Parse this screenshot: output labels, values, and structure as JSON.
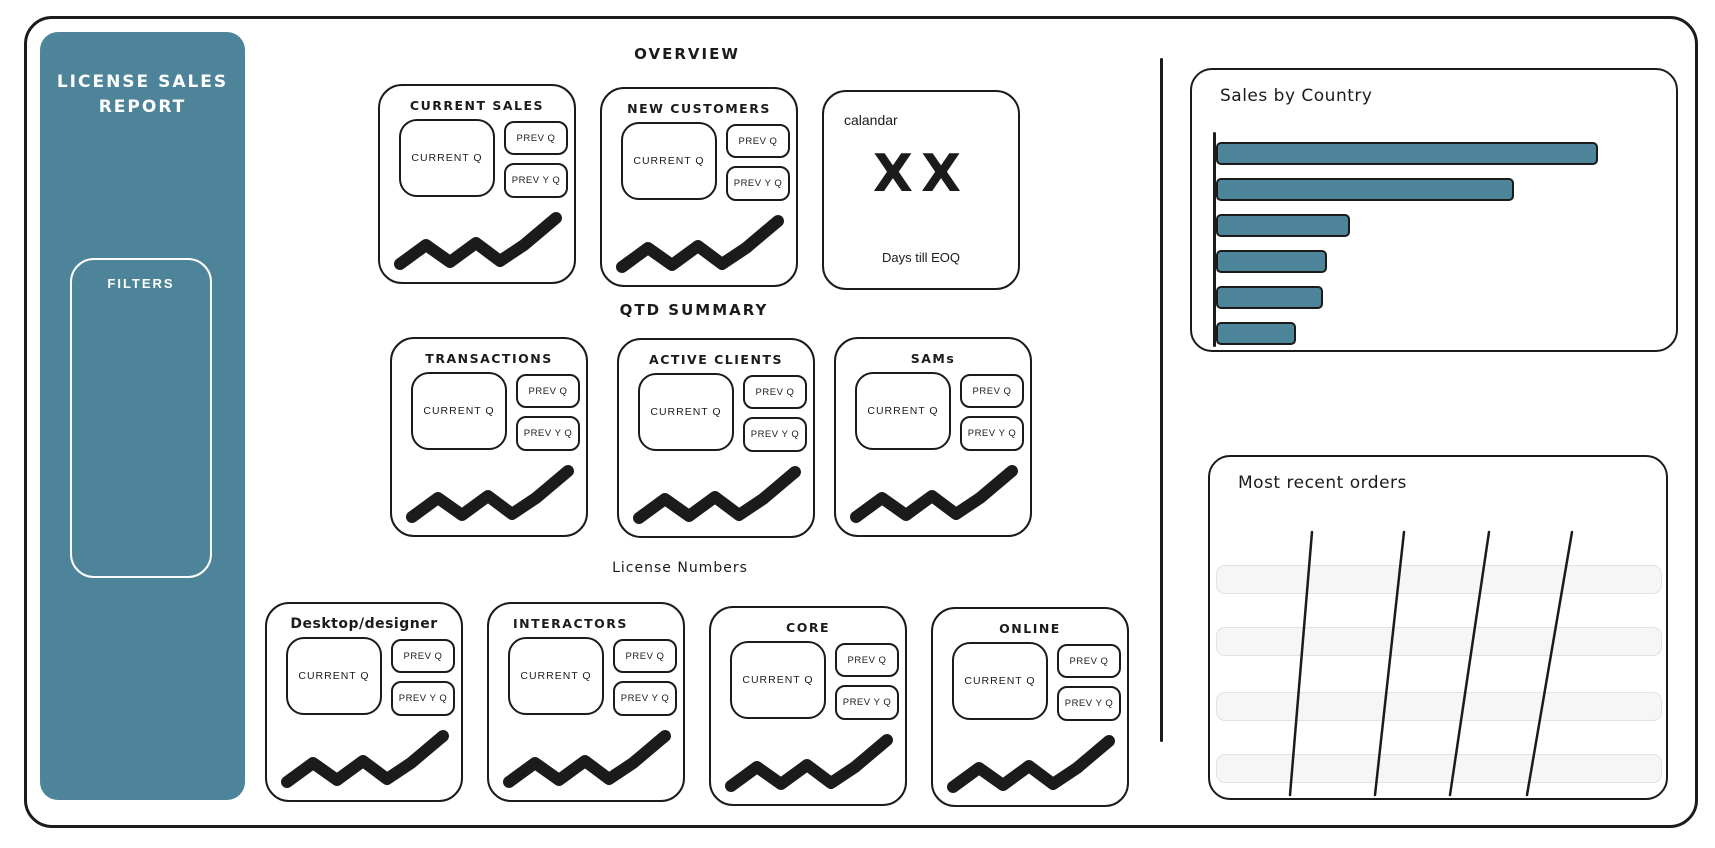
{
  "sidebar": {
    "title": "LICENSE SALES REPORT",
    "filters_label": "FILTERS",
    "color": "#4e8499"
  },
  "headings": {
    "overview": "OVERVIEW",
    "qtd": "QTD SUMMARY",
    "license": "License Numbers"
  },
  "kpi_labels": {
    "current": "CURRENT Q",
    "prev_q": "PREV Q",
    "prev_y_q": "PREV Y Q"
  },
  "cards": {
    "current_sales": "CURRENT SALES",
    "new_customers": "NEW CUSTOMERS",
    "transactions": "TRANSACTIONS",
    "active_clients": "ACTIVE CLIENTS",
    "sams": "SAMs",
    "desktop_designer": "Desktop/designer",
    "interactors": "INTERACTORS",
    "core": "CORE",
    "online": "ONLINE"
  },
  "calendar": {
    "title": "calandar",
    "value": "XX",
    "caption": "Days till EOQ"
  },
  "panels": {
    "sales_by_country": {
      "title": "Sales by Country",
      "bar_color": "#4e8499"
    },
    "recent_orders": {
      "title": "Most recent orders",
      "row_slots": 4,
      "column_dividers": 4
    }
  },
  "chart_data": {
    "type": "bar",
    "orientation": "horizontal",
    "title": "Sales by Country",
    "categories": [
      "",
      "",
      "",
      "",
      "",
      ""
    ],
    "values": [
      100,
      78,
      35,
      29,
      28,
      21
    ],
    "unit": "relative bar length (% of longest bar; wireframe shows no numeric axis or tick labels)",
    "bar_color": "#4e8499",
    "axis_labels_visible": false,
    "grid": false,
    "legend": false
  }
}
